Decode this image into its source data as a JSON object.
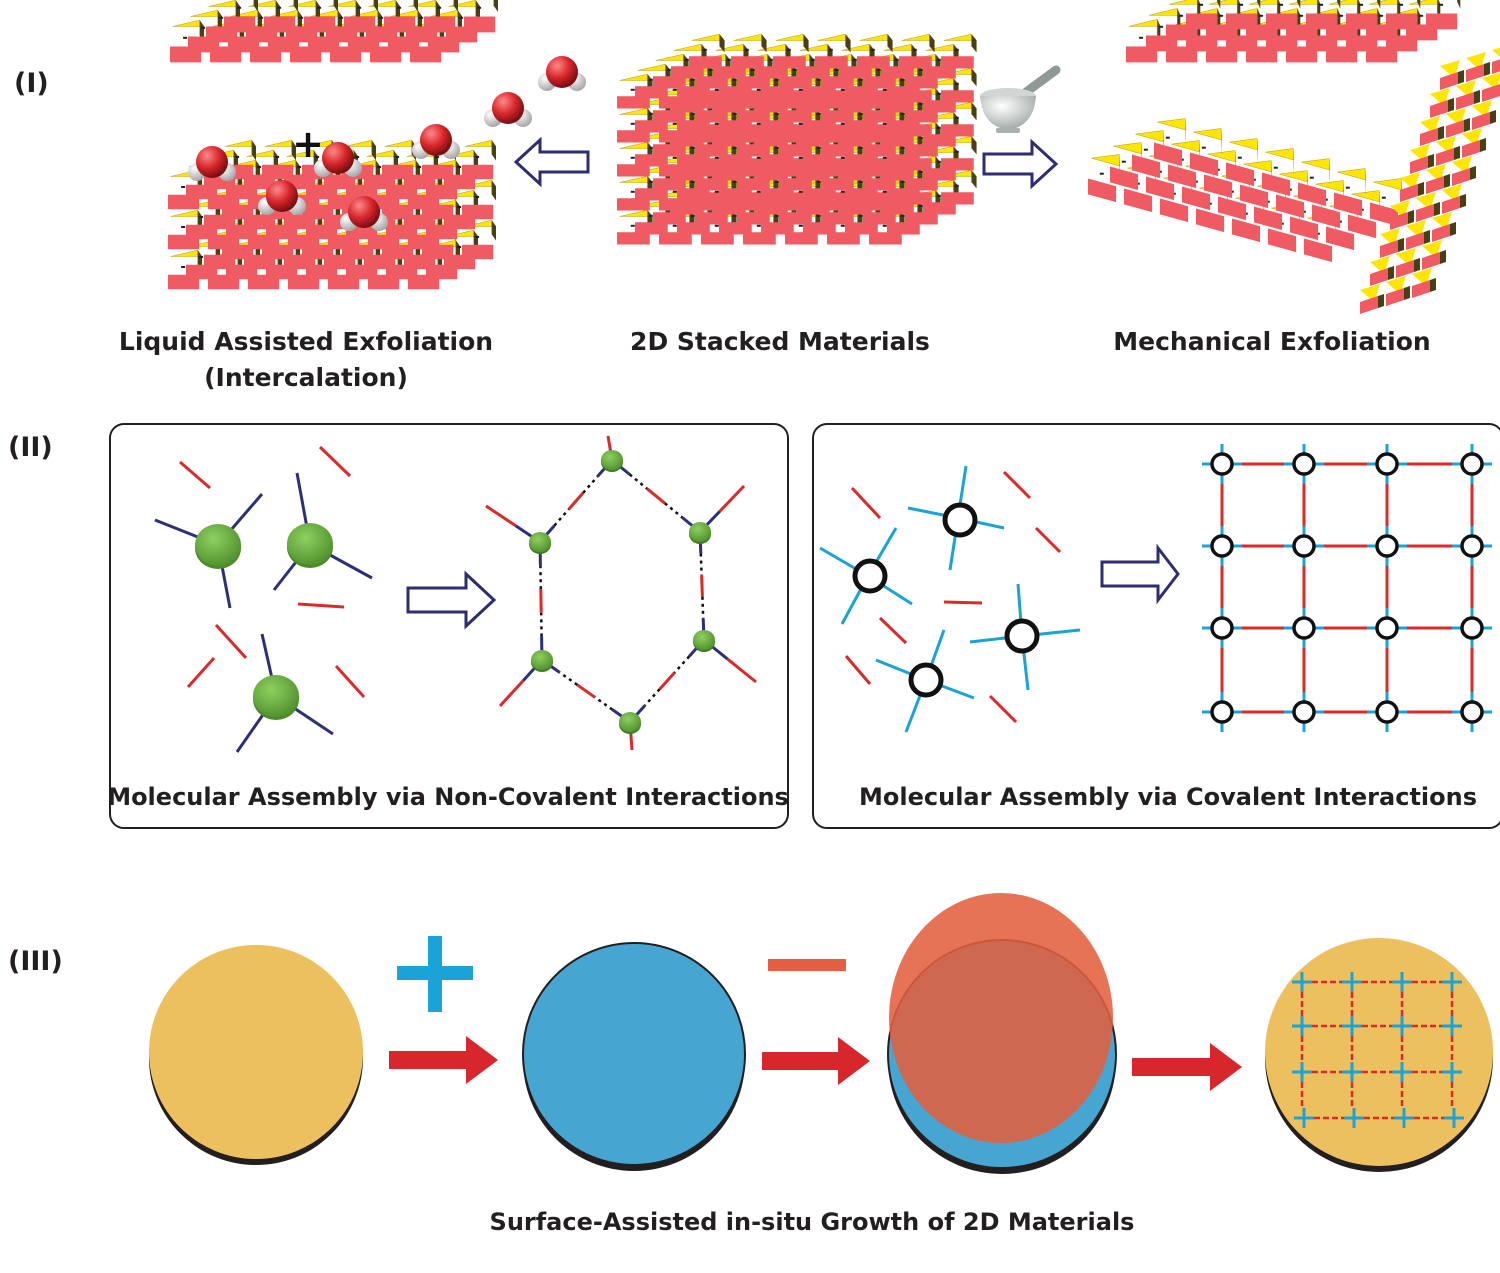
{
  "section_labels": {
    "one": "(I)",
    "two": "(II)",
    "three": "(III)"
  },
  "captions": {
    "liquid_line1": "Liquid Assisted Exfoliation",
    "liquid_line2": "(Intercalation)",
    "stacked": "2D Stacked Materials",
    "mechanical": "Mechanical Exfoliation",
    "noncovalent": "Molecular Assembly via Non-Covalent  Interactions",
    "covalent": "Molecular Assembly via Covalent Interactions",
    "surface": "Surface-Assisted in-situ Growth of 2D Materials"
  },
  "symbols": {
    "plus": "+",
    "minus": "−"
  },
  "colors": {
    "tile_pink": "#f05a62",
    "tile_yellow": "#ffe600",
    "tile_dark": "#4a3f12",
    "water_red": "#d8262b",
    "green_node": "#6ab33e",
    "bond_navy": "#2d2f7a",
    "bond_red": "#dc2a2a",
    "cyan": "#1aa3d6",
    "substrate": "#edc05f",
    "blue_layer": "#47a5d1",
    "orange_layer": "#e2603f",
    "arrow_red": "#d7272d",
    "outline_arrow": "#2e2c72"
  },
  "icons": {
    "mortar": "mortar-pestle-icon",
    "water": "water-molecule-icon",
    "hollow_arrow": "hollow-arrow-icon",
    "solid_arrow": "solid-arrow-icon"
  }
}
